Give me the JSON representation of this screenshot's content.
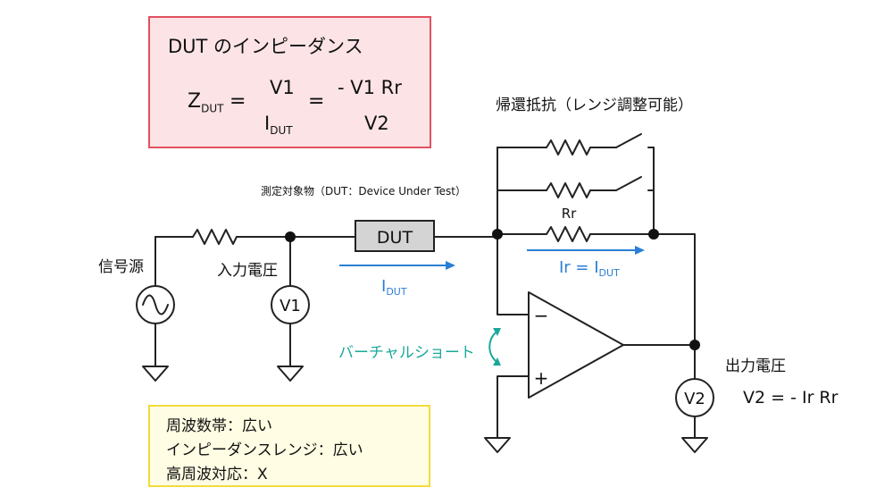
{
  "formula": {
    "title": "DUT のインピーダンス",
    "z": "Z",
    "z_sub": "DUT",
    "eq1": "=",
    "num1": "V1",
    "den1": "I",
    "den1_sub": "DUT",
    "eq2": "=",
    "num2": "- V1 Rr",
    "den2": "V2"
  },
  "notes": {
    "line1": "周波数帯：広い",
    "line2": "インピーダンスレンジ：広い",
    "line3": "高周波対応：X"
  },
  "labels": {
    "feedback": "帰還抵抗（レンジ調整可能）",
    "dut_caption": "測定対象物（DUT：Device Under Test）",
    "dut": "DUT",
    "rr": "Rr",
    "source": "信号源",
    "input_voltage": "入力電圧",
    "v1": "V1",
    "v2": "V2",
    "output_voltage": "出力電圧",
    "v2_eq": "V2 = - Ir Rr",
    "virtual_short": "バーチャルショート",
    "idut": "I",
    "idut_sub": "DUT",
    "ir": "Ir = I",
    "ir_sub": "DUT",
    "minus": "−",
    "plus": "+"
  },
  "colors": {
    "formula_bg": "#fbe3e6",
    "formula_border": "#e0525e",
    "notes_bg": "#fffde3",
    "notes_border": "#f0dc3a",
    "current_arrow": "#2a7fd4",
    "virtual_short": "#1aa89a",
    "dut_fill": "#d4d4d4"
  }
}
